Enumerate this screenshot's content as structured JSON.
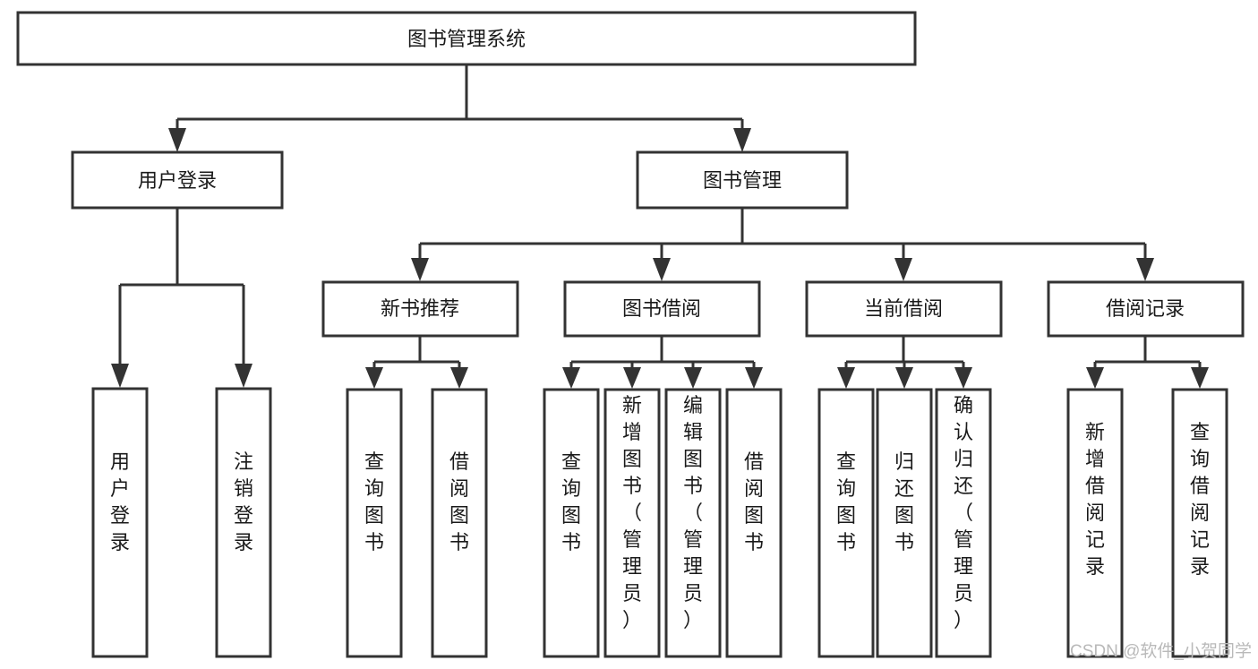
{
  "diagram": {
    "type": "hierarchy-tree",
    "title": "图书管理系统",
    "root": {
      "id": "root",
      "label": "图书管理系统",
      "orientation": "horizontal"
    },
    "level2": [
      {
        "id": "user-login",
        "label": "用户登录",
        "orientation": "horizontal"
      },
      {
        "id": "book-manage",
        "label": "图书管理",
        "orientation": "horizontal"
      }
    ],
    "level3": [
      {
        "id": "new-book-recommend",
        "label": "新书推荐",
        "orientation": "horizontal",
        "parent": "book-manage"
      },
      {
        "id": "book-borrow",
        "label": "图书借阅",
        "orientation": "horizontal",
        "parent": "book-manage"
      },
      {
        "id": "current-borrow",
        "label": "当前借阅",
        "orientation": "horizontal",
        "parent": "book-manage"
      },
      {
        "id": "borrow-record",
        "label": "借阅记录",
        "orientation": "horizontal",
        "parent": "book-manage"
      }
    ],
    "leaves": [
      {
        "id": "leaf-user-login",
        "label": "用户登录",
        "orientation": "vertical",
        "parent": "user-login"
      },
      {
        "id": "leaf-user-logout",
        "label": "注销登录",
        "orientation": "vertical",
        "parent": "user-login"
      },
      {
        "id": "leaf-query-book-1",
        "label": "查询图书",
        "orientation": "vertical",
        "parent": "new-book-recommend"
      },
      {
        "id": "leaf-borrow-book-1",
        "label": "借阅图书",
        "orientation": "vertical",
        "parent": "new-book-recommend"
      },
      {
        "id": "leaf-query-book-2",
        "label": "查询图书",
        "orientation": "vertical",
        "parent": "book-borrow"
      },
      {
        "id": "leaf-add-book",
        "label": "新增图书（管理员）",
        "orientation": "vertical",
        "parent": "book-borrow"
      },
      {
        "id": "leaf-edit-book",
        "label": "编辑图书（管理员）",
        "orientation": "vertical",
        "parent": "book-borrow"
      },
      {
        "id": "leaf-borrow-book-2",
        "label": "借阅图书",
        "orientation": "vertical",
        "parent": "book-borrow"
      },
      {
        "id": "leaf-query-book-3",
        "label": "查询图书",
        "orientation": "vertical",
        "parent": "current-borrow"
      },
      {
        "id": "leaf-return-book",
        "label": "归还图书",
        "orientation": "vertical",
        "parent": "current-borrow"
      },
      {
        "id": "leaf-confirm-return",
        "label": "确认归还（管理员）",
        "orientation": "vertical",
        "parent": "current-borrow"
      },
      {
        "id": "leaf-add-record",
        "label": "新增借阅记录",
        "orientation": "vertical",
        "parent": "borrow-record"
      },
      {
        "id": "leaf-query-record",
        "label": "查询借阅记录",
        "orientation": "vertical",
        "parent": "borrow-record"
      }
    ],
    "colors": {
      "stroke": "#333333",
      "fill": "#ffffff",
      "text": "#1a1a1a",
      "watermark": "#b9b9b9",
      "background": "#ffffff"
    }
  },
  "watermark": {
    "label": "CSDN @软件_小贺同学"
  }
}
